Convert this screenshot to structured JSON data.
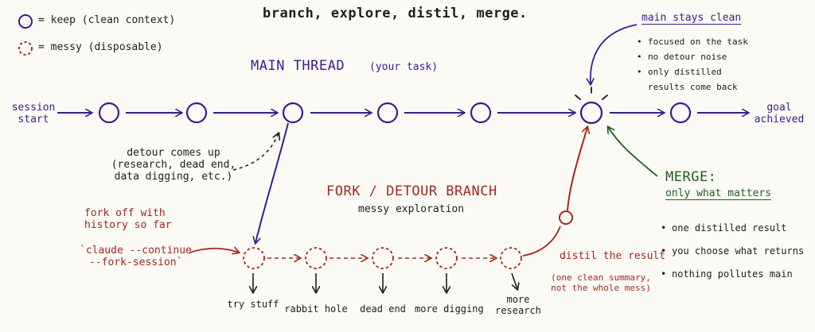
{
  "title": "branch, explore, distil, merge.",
  "legend": {
    "keep": "= keep (clean context)",
    "messy": "= messy (disposable)"
  },
  "main_thread": {
    "label": "MAIN THREAD",
    "sub": "(your task)"
  },
  "session_start": [
    "session",
    "start"
  ],
  "goal": [
    "goal",
    "achieved"
  ],
  "detour": [
    "detour comes up",
    "(research, dead end,",
    "data digging, etc.)"
  ],
  "fork": {
    "title": "FORK / DETOUR BRANCH",
    "sub": "messy exploration",
    "note": [
      "fork off with",
      "history so far"
    ],
    "command": [
      "`claude --continue",
      "--fork-session`"
    ]
  },
  "branch_steps": [
    "try stuff",
    "rabbit hole",
    "dead end",
    "more digging",
    "more research"
  ],
  "distil": {
    "label": "distil the result",
    "note": [
      "(one clean summary,",
      "not the whole mess)"
    ]
  },
  "main_clean": {
    "title": "main stays clean",
    "items": [
      "focused on the task",
      "no detour noise",
      "only distilled results come back"
    ]
  },
  "merge": {
    "title": "MERGE:",
    "subtitle": "only what matters",
    "items": [
      "one distilled result",
      "you choose what returns",
      "nothing pollutes main"
    ]
  },
  "colors": {
    "main": "#3a1d8a",
    "fork": "#a12a1e",
    "merge": "#1f5e22",
    "ink": "#1e1e1e"
  }
}
